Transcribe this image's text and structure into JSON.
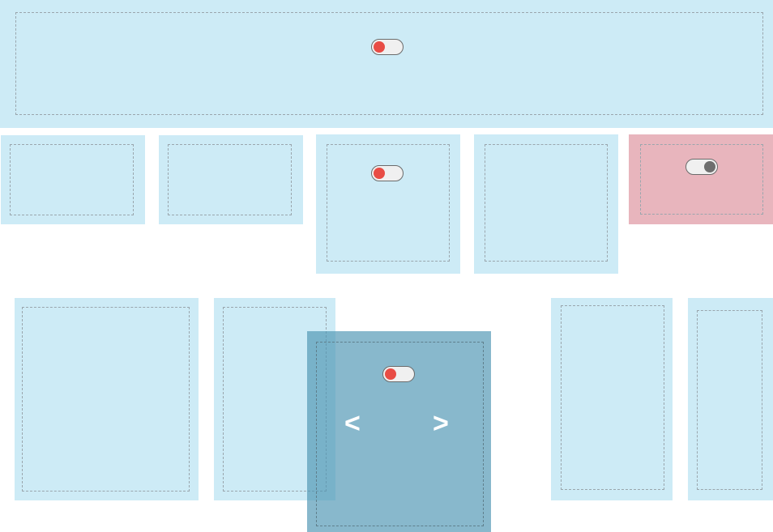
{
  "colors": {
    "panel": "#cdebf6",
    "panel_alert": "#e8b5bd",
    "panel_active": "#5096b4",
    "toggle_on_knob": "#e84c45",
    "toggle_off_knob": "#6e6e6e",
    "toggle_track": "#f0f0f0"
  },
  "header_panel": {
    "toggle_state": "on"
  },
  "row1": [
    {
      "id": "card-1"
    },
    {
      "id": "card-2"
    },
    {
      "id": "card-3",
      "toggle_state": "on"
    },
    {
      "id": "card-4"
    },
    {
      "id": "card-5",
      "toggle_state": "off"
    }
  ],
  "row2": [
    {
      "id": "panel-a"
    },
    {
      "id": "panel-b"
    },
    {
      "id": "carousel",
      "toggle_state": "on",
      "prev_icon": "<",
      "next_icon": ">"
    },
    {
      "id": "panel-c"
    },
    {
      "id": "panel-d"
    }
  ]
}
